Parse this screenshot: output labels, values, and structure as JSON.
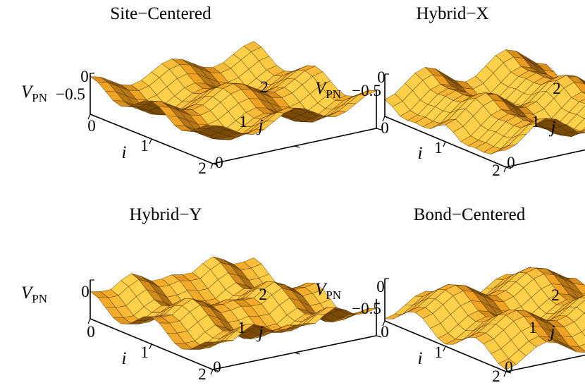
{
  "chart_data": [
    {
      "type": "surface3d",
      "title": "Site−Centered",
      "zlabel": "V",
      "zlabel_sub": "PN",
      "xlabel": "i",
      "ylabel": "j",
      "x_ticks": [
        "0",
        "1",
        "2"
      ],
      "y_ticks": [
        "0",
        "1",
        "2"
      ],
      "z_ticks": [
        "0",
        "−0.5"
      ],
      "xlim": [
        0,
        2
      ],
      "ylim": [
        0,
        2
      ],
      "zlim": [
        -1,
        0
      ]
    },
    {
      "type": "surface3d",
      "title": "Hybrid−X",
      "zlabel": "V",
      "zlabel_sub": "PN",
      "xlabel": "i",
      "ylabel": "j",
      "x_ticks": [
        "0",
        "1",
        "2"
      ],
      "y_ticks": [
        "0",
        "1",
        "2"
      ],
      "z_ticks": [
        "0",
        "−0.5"
      ],
      "xlim": [
        0,
        2
      ],
      "ylim": [
        0,
        2
      ],
      "zlim": [
        -1,
        0
      ]
    },
    {
      "type": "surface3d",
      "title": "Hybrid−Y",
      "zlabel": "V",
      "zlabel_sub": "PN",
      "xlabel": "i",
      "ylabel": "j",
      "x_ticks": [
        "0",
        "1",
        "2"
      ],
      "y_ticks": [
        "0",
        "1",
        "2"
      ],
      "z_ticks": [
        "0"
      ],
      "xlim": [
        0,
        2
      ],
      "ylim": [
        0,
        2
      ],
      "zlim": [
        -1,
        0
      ]
    },
    {
      "type": "surface3d",
      "title": "Bond−Centered",
      "zlabel": "V",
      "zlabel_sub": "PN",
      "xlabel": "i",
      "ylabel": "j",
      "x_ticks": [
        "0",
        "1",
        "2"
      ],
      "y_ticks": [
        "0",
        "1",
        "2"
      ],
      "z_ticks": [
        "0",
        "−0.5"
      ],
      "xlim": [
        0,
        2
      ],
      "ylim": [
        0,
        2
      ],
      "zlim": [
        -1,
        0
      ]
    }
  ],
  "colors": {
    "surface_base": "#f0a020",
    "surface_highlight": "#ffd04a",
    "surface_shadow": "#7a4a08",
    "mesh": "#3a2500",
    "axis": "#000000"
  }
}
